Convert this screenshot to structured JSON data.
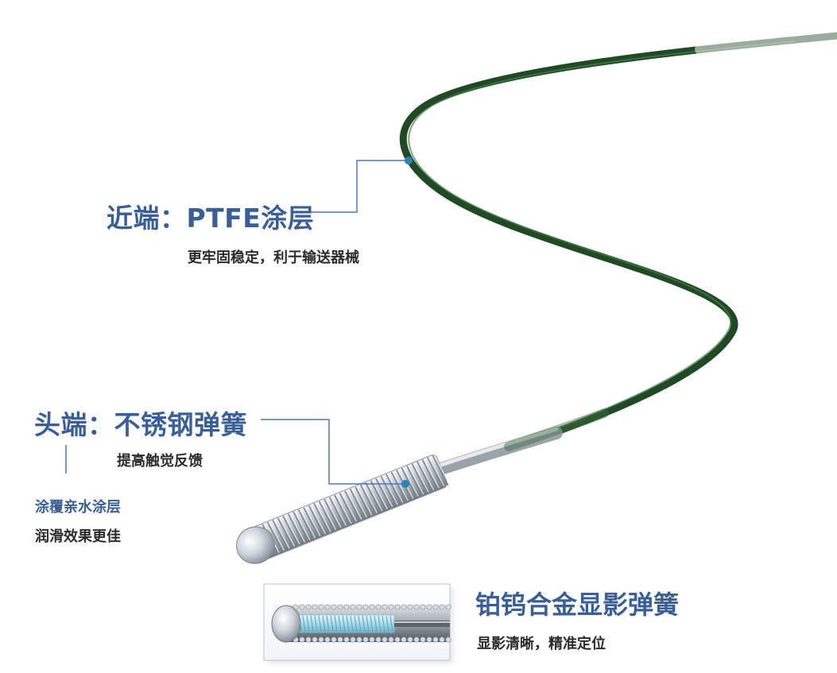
{
  "labels": {
    "proximal": {
      "title": "近端：PTFE涂层",
      "desc": "更牢固稳定，利于输送器械"
    },
    "tip": {
      "title": "头端：不锈钢弹簧",
      "desc": "提高触觉反馈"
    },
    "coating": {
      "title": "涂覆亲水涂层",
      "desc": "润滑效果更佳"
    },
    "inset": {
      "title": "铂钨合金显影弹簧",
      "desc": "显影清晰，精准定位"
    }
  },
  "colors": {
    "title_blue": "#3a5f96",
    "leader_line": "#4d78b3",
    "marker_dot": "#2f7fb8",
    "wire_green": "#1f4a24",
    "text_dark": "#2b2b2b"
  }
}
